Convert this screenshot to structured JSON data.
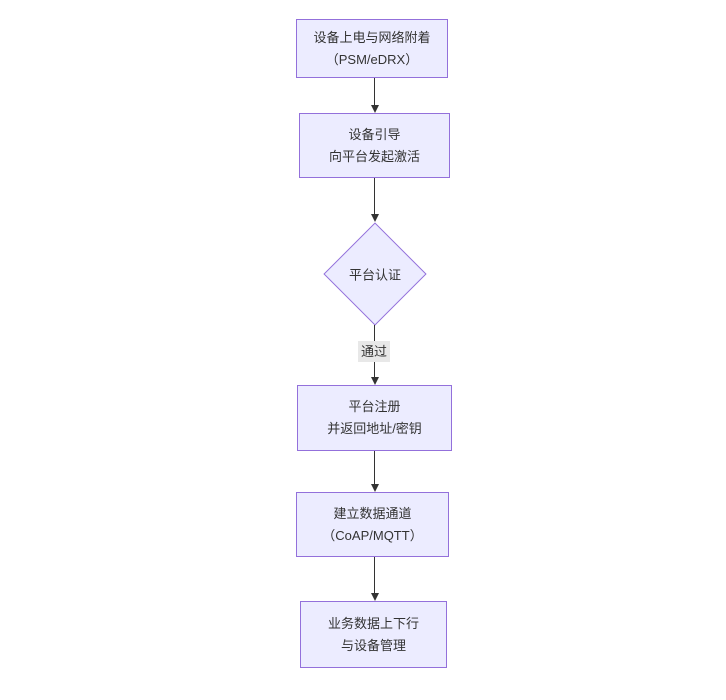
{
  "diagram": {
    "type": "flowchart",
    "direction": "top-down",
    "colors": {
      "background": "#ffffff",
      "node_fill": "#ECECFF",
      "node_border": "#9370DB",
      "node_text": "#333333",
      "edge": "#333333",
      "edge_label_bg": "#e8e8e8",
      "edge_label_text": "#333333"
    },
    "nodes": [
      {
        "id": "power-attach",
        "shape": "rect",
        "line1": "设备上电与网络附着",
        "line2": "（PSM/eDRX）"
      },
      {
        "id": "bootstrap",
        "shape": "rect",
        "line1": "设备引导",
        "line2": "向平台发起激活"
      },
      {
        "id": "platform-auth",
        "shape": "diamond",
        "line1": "平台认证",
        "line2": ""
      },
      {
        "id": "register",
        "shape": "rect",
        "line1": "平台注册",
        "line2": "并返回地址/密钥"
      },
      {
        "id": "data-channel",
        "shape": "rect",
        "line1": "建立数据通道",
        "line2": "（CoAP/MQTT）"
      },
      {
        "id": "business-data",
        "shape": "rect",
        "line1": "业务数据上下行",
        "line2": "与设备管理"
      }
    ],
    "edges": [
      {
        "from": "power-attach",
        "to": "bootstrap",
        "label": ""
      },
      {
        "from": "bootstrap",
        "to": "platform-auth",
        "label": ""
      },
      {
        "from": "platform-auth",
        "to": "register",
        "label": "通过"
      },
      {
        "from": "register",
        "to": "data-channel",
        "label": ""
      },
      {
        "from": "data-channel",
        "to": "business-data",
        "label": ""
      }
    ]
  }
}
